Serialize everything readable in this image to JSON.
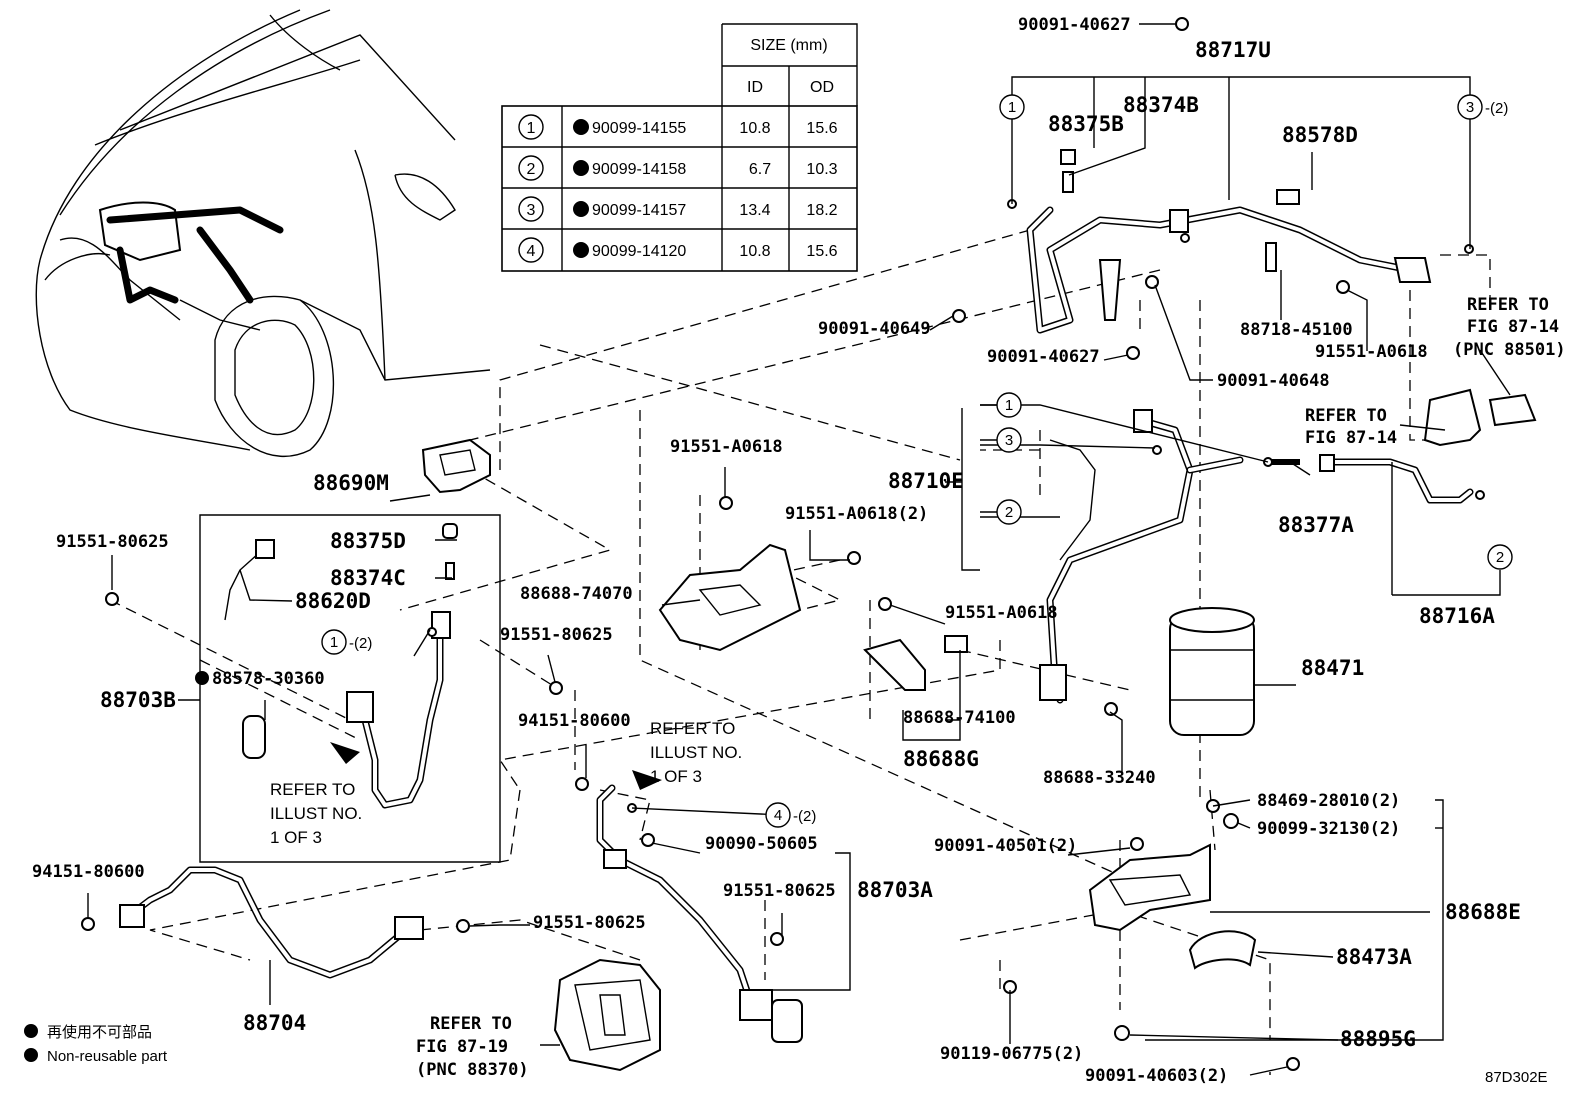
{
  "table": {
    "header_size": "SIZE (mm)",
    "header_id": "ID",
    "header_od": "OD",
    "rows": [
      {
        "ref": "1",
        "part": "90099-14155",
        "id": "10.8",
        "od": "15.6"
      },
      {
        "ref": "2",
        "part": "90099-14158",
        "id": "6.7",
        "od": "10.3"
      },
      {
        "ref": "3",
        "part": "90099-14157",
        "id": "13.4",
        "od": "18.2"
      },
      {
        "ref": "4",
        "part": "90099-14120",
        "id": "10.8",
        "od": "15.6"
      }
    ]
  },
  "callouts": {
    "p_90091_40627_top": "90091-40627",
    "p_88717U": "88717U",
    "p_88374B": "88374B",
    "p_88375B": "88375B",
    "p_88578D": "88578D",
    "p_ring3_qty": "-(2)",
    "p_90091_40649": "90091-40649",
    "p_90091_40627_mid": "90091-40627",
    "p_88718_45100": "88718-45100",
    "p_91551_A0618_r": "91551-A0618",
    "p_90091_40648": "90091-40648",
    "p_88710E": "88710E",
    "p_88377A": "88377A",
    "p_88716A": "88716A",
    "p_88471": "88471",
    "p_88690M": "88690M",
    "p_91551_80625_l": "91551-80625",
    "p_88375D": "88375D",
    "p_88374C": "88374C",
    "p_88620D": "88620D",
    "p_ring1_qty": "-(2)",
    "p_88703B": "88703B",
    "p_88578_30360": "88578-30360",
    "p_91551_A0618_c": "91551-A0618",
    "p_91551_A0618_2": "91551-A0618(2)",
    "p_88688_74070": "88688-74070",
    "p_91551_80625_c": "91551-80625",
    "p_91551_A0618_c2": "91551-A0618",
    "p_88688_74100": "88688-74100",
    "p_88688G": "88688G",
    "p_88688_33240": "88688-33240",
    "p_94151_80600_c": "94151-80600",
    "p_ring4_qty": "-(2)",
    "p_90090_50605": "90090-50605",
    "p_91551_80625_r": "91551-80625",
    "p_88703A": "88703A",
    "p_94151_80600_l": "94151-80600",
    "p_91551_80625_b": "91551-80625",
    "p_88704": "88704",
    "p_90091_40501": "90091-40501(2)",
    "p_88469_28010": "88469-28010(2)",
    "p_90099_32130": "90099-32130(2)",
    "p_88688E": "88688E",
    "p_88473A": "88473A",
    "p_88895G": "88895G",
    "p_90119_06775": "90119-06775(2)",
    "p_90091_40603": "90091-40603(2)"
  },
  "refers": {
    "r1": [
      "REFER TO",
      "FIG 87-14",
      "(PNC 88501)"
    ],
    "r2": [
      "REFER TO",
      "FIG 87-14"
    ],
    "r3": [
      "REFER TO",
      "ILLUST NO.",
      "1 OF 3"
    ],
    "r4": [
      "REFER TO",
      "ILLUST NO.",
      "1 OF 3"
    ],
    "r5": [
      "REFER TO",
      "FIG 87-19",
      "(PNC 88370)"
    ]
  },
  "ring_labels": {
    "one": "1",
    "two": "2",
    "three": "3",
    "four": "4"
  },
  "legend": {
    "jp": "再使用不可部品",
    "en": "Non-reusable part"
  },
  "figure_id": "87D302E"
}
